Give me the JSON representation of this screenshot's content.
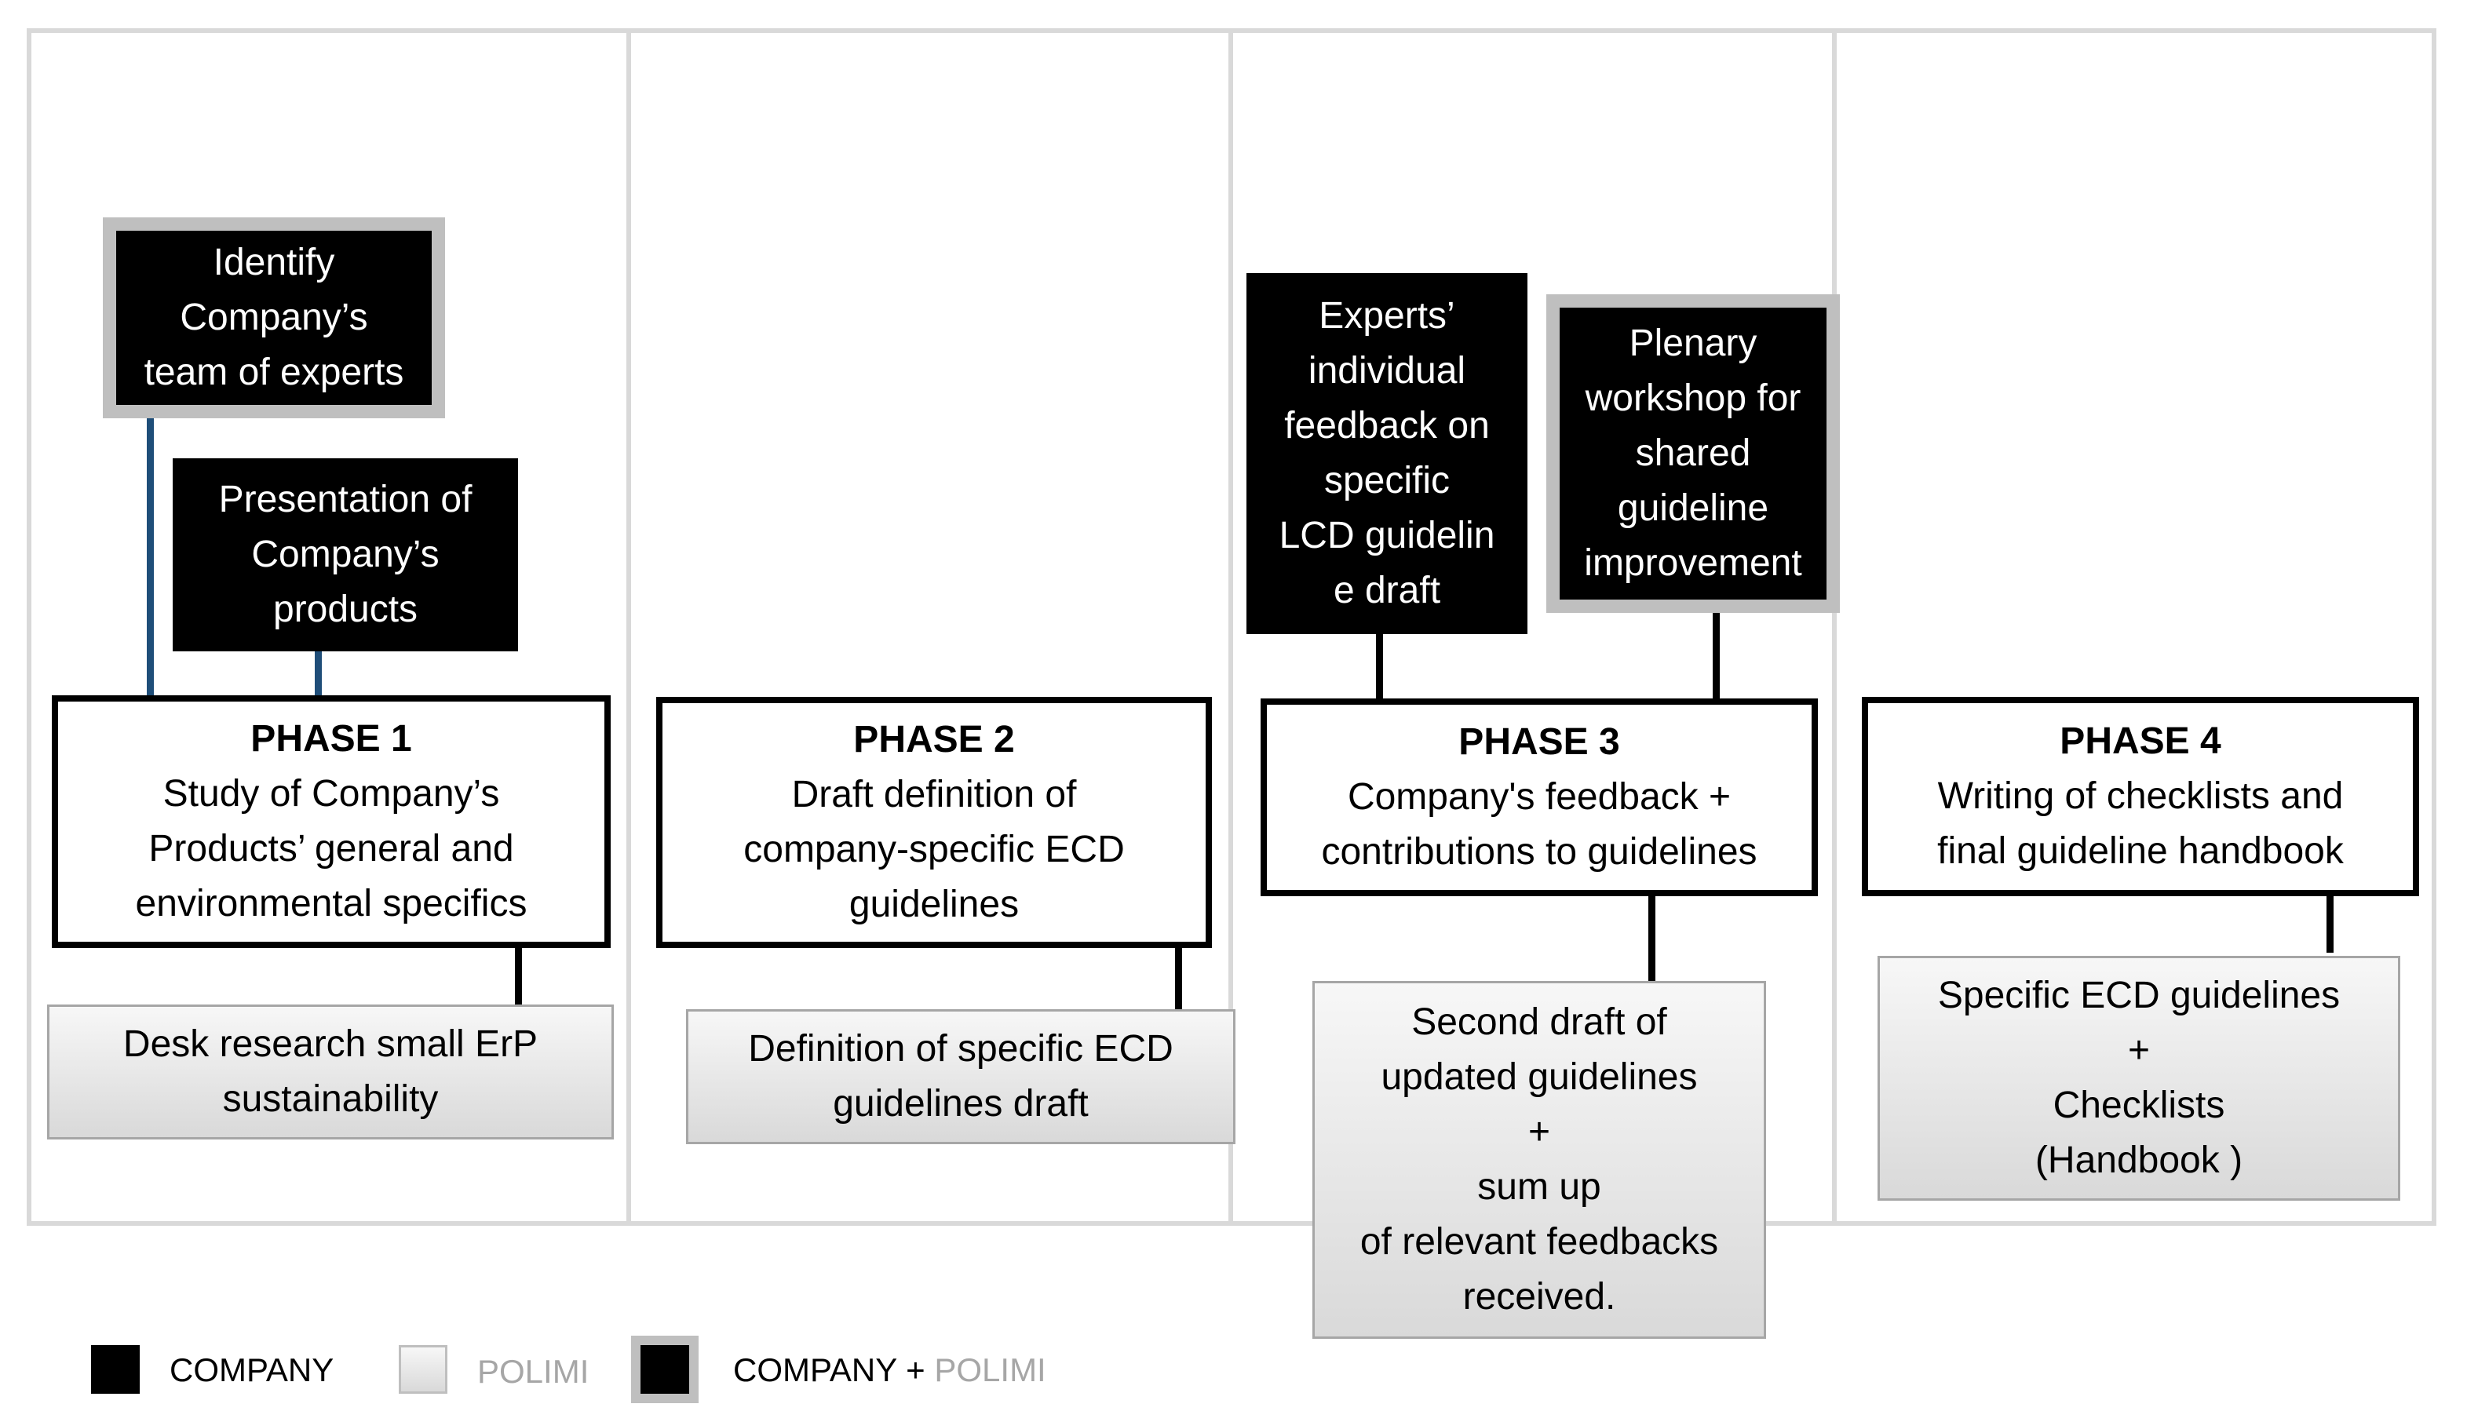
{
  "phases": [
    {
      "title": "PHASE 1",
      "lines": [
        "Study of Company’s",
        "Products’ general and",
        "environmental specifics"
      ]
    },
    {
      "title": "PHASE 2",
      "lines": [
        "Draft definition of",
        "company-specific ECD",
        "guidelines"
      ]
    },
    {
      "title": "PHASE 3",
      "lines": [
        "Company's feedback +",
        "contributions to guidelines"
      ]
    },
    {
      "title": "PHASE 4",
      "lines": [
        "Writing of checklists and",
        "final guideline handbook"
      ]
    }
  ],
  "activities": {
    "identify_experts": [
      "Identify",
      "Company’s",
      "team of experts"
    ],
    "presentation_products": [
      "Presentation of",
      "Company’s",
      "products"
    ],
    "experts_feedback": [
      "Experts’",
      "individual",
      "feedback on",
      "specific",
      "LCD guidelin",
      "e draft"
    ],
    "plenary_workshop": [
      "Plenary",
      "workshop for",
      "shared",
      "guideline",
      "improvement"
    ]
  },
  "outputs": {
    "desk_research": [
      "Desk research small ErP",
      "sustainability"
    ],
    "ecd_draft": [
      "Definition of specific ECD",
      "guidelines draft"
    ],
    "second_draft": [
      "Second draft of",
      "updated guidelines",
      "+",
      "sum up",
      "of relevant feedbacks",
      "received."
    ],
    "handbook": [
      "Specific ECD guidelines",
      "+",
      "Checklists",
      "(Handbook )"
    ]
  },
  "legend": {
    "company": "COMPANY",
    "polimi": "POLIMI",
    "joint_company": "COMPANY +",
    "joint_polimi": "POLIMI"
  },
  "colors": {
    "company": "#000000",
    "polimi_gradient_top": "#f7f7f7",
    "polimi_gradient_bottom": "#d9d9d9",
    "joint_outline": "#bfbfbf",
    "frame": "#d9d9d9",
    "connector_blue": "#1f4e79"
  }
}
